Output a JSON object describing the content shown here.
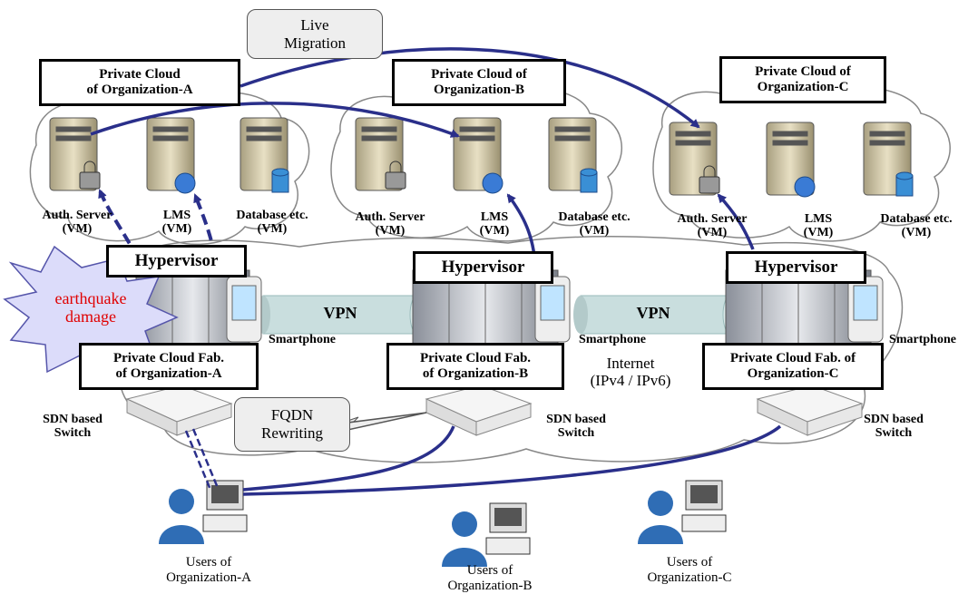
{
  "clouds": [
    {
      "name": "Private Cloud\nof Organization-A",
      "hypervisor": "Hypervisor",
      "fabric": "Private Cloud Fab.\nof Organization-A",
      "vms": [
        "Auth. Server\n(VM)",
        "LMS\n(VM)",
        "Database etc.\n(VM)"
      ],
      "switch": "SDN based\nSwitch",
      "users": "Users of\nOrganization-A",
      "smartphone": "Smartphone"
    },
    {
      "name": "Private Cloud of\nOrganization-B",
      "hypervisor": "Hypervisor",
      "fabric": "Private Cloud Fab.\nof Organization-B",
      "vms": [
        "Auth. Server\n(VM)",
        "LMS\n(VM)",
        "Database etc.\n(VM)"
      ],
      "switch": "SDN based\nSwitch",
      "users": "Users of\nOrganization-B",
      "smartphone": "Smartphone"
    },
    {
      "name": "Private Cloud of\nOrganization-C",
      "hypervisor": "Hypervisor",
      "fabric": "Private Cloud Fab. of\nOrganization-C",
      "vms": [
        "Auth. Server\n(VM)",
        "LMS\n(VM)",
        "Database etc.\n(VM)"
      ],
      "switch": "SDN based\nSwitch",
      "users": "Users of\nOrganization-C",
      "smartphone": "Smartphone"
    }
  ],
  "callouts": {
    "live_migration": "Live\nMigration",
    "fqdn": "FQDN\nRewriting"
  },
  "vpn": [
    "VPN",
    "VPN"
  ],
  "internet": "Internet\n(IPv4 / IPv6)",
  "earthquake": "earthquake\ndamage",
  "colors": {
    "arrow": "#2a2f8a",
    "cloud_stroke": "#888888",
    "vpn_tube": "#c9dede",
    "burst_fill": "#dcdcfa",
    "burst_text": "#e00000",
    "server": "#d6cba8"
  },
  "icons": [
    "lock-icon",
    "globe-icon",
    "database-icon",
    "smartphone-icon",
    "user-icon",
    "switch-icon",
    "rack-icon"
  ]
}
